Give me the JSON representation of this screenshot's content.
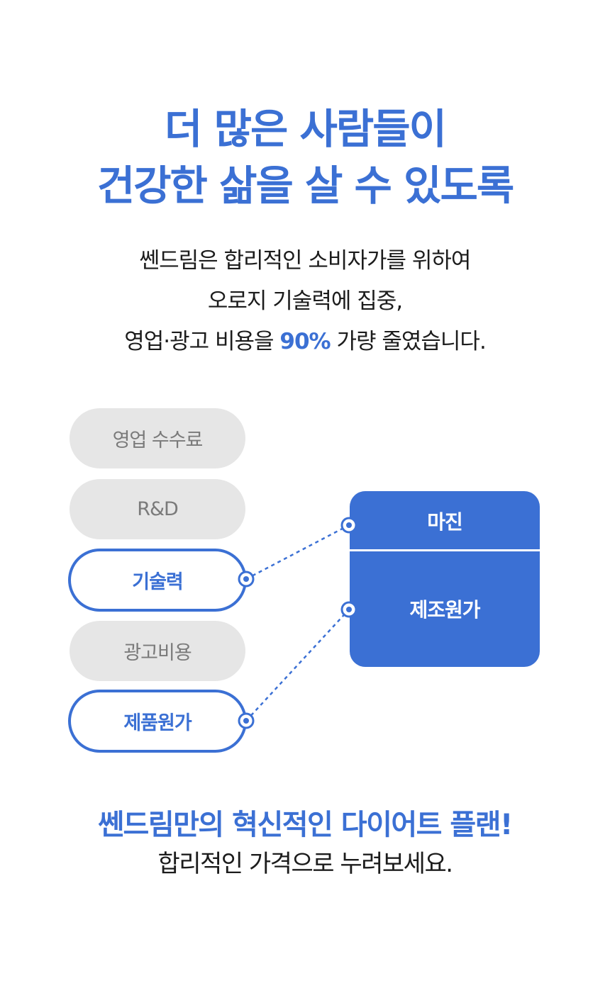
{
  "headline": {
    "line1": "더 많은 사람들이",
    "line2": "건강한 삶을 살 수 있도록"
  },
  "subcopy": {
    "line1": "쎈드림은 합리적인 소비자가를 위하여",
    "line2": "오로지 기술력에 집중,",
    "line3_prefix": "영업·광고 비용을 ",
    "line3_highlight": "90%",
    "line3_suffix": " 가량 줄였습니다."
  },
  "cost_items": [
    {
      "label": "영업 수수료",
      "state": "removed"
    },
    {
      "label": "R&D",
      "state": "removed"
    },
    {
      "label": "기술력",
      "state": "kept"
    },
    {
      "label": "광고비용",
      "state": "removed"
    },
    {
      "label": "제품원가",
      "state": "kept"
    }
  ],
  "price_box": {
    "top_label": "마진",
    "bottom_label": "제조원가"
  },
  "closing": {
    "line1": "쎈드림만의 혁신적인 다이어트 플랜!",
    "line2": "합리적인 가격으로 누려보세요."
  },
  "colors": {
    "accent": "#3b70d4",
    "removed_fill": "#e6e6e6",
    "removed_text": "#7a7a7a"
  }
}
